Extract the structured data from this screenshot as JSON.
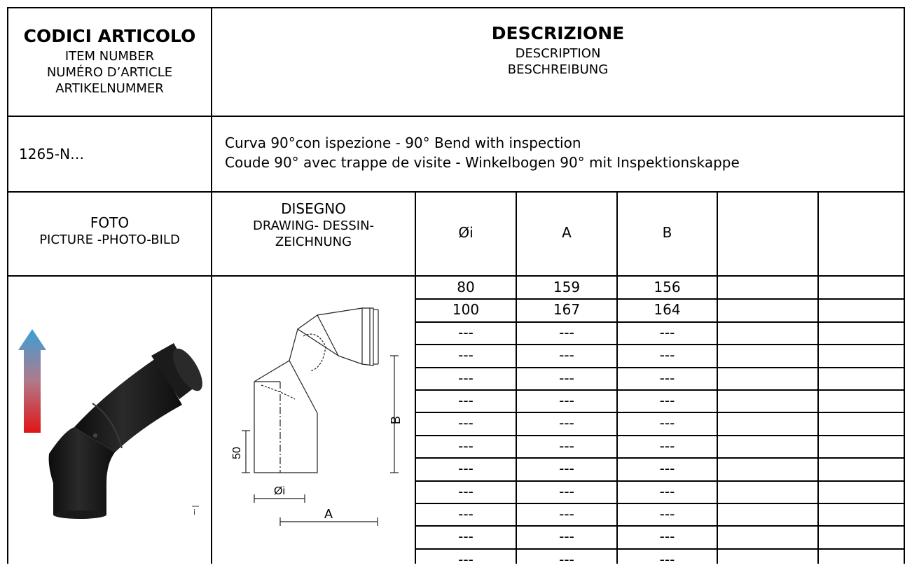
{
  "header": {
    "codici_title": "CODICI ARTICOLO",
    "codici_lines": [
      "ITEM NUMBER",
      "NUMÉRO D’ARTICLE",
      "ARTIKELNUMMER"
    ],
    "descr_title": "DESCRIZIONE",
    "descr_lines": [
      "DESCRIPTION",
      "BESCHREIBUNG"
    ]
  },
  "item": {
    "code": "1265-N…",
    "desc_line1": "Curva 90°con ispezione -  90° Bend with inspection",
    "desc_line2": "Coude 90° avec trappe de visite  -  Winkelbogen 90° mit Inspektionskappe"
  },
  "labels": {
    "foto_title": "FOTO",
    "foto_sub": "PICTURE -PHOTO-BILD",
    "disegno_title": "DISEGNO",
    "disegno_sub1": "DRAWING- DESSIN-",
    "disegno_sub2": "ZEICHNUNG"
  },
  "table": {
    "columns": [
      "Øi",
      "A",
      "B",
      "",
      ""
    ],
    "rows": [
      [
        "80",
        "159",
        "156"
      ],
      [
        "100",
        "167",
        "164"
      ],
      [
        "---",
        "---",
        "---"
      ],
      [
        "---",
        "---",
        "---"
      ],
      [
        "---",
        "---",
        "---"
      ],
      [
        "---",
        "---",
        "---"
      ],
      [
        "---",
        "---",
        "---"
      ],
      [
        "---",
        "---",
        "---"
      ],
      [
        "---",
        "---",
        "---"
      ],
      [
        "---",
        "---",
        "---"
      ],
      [
        "---",
        "---",
        "---"
      ],
      [
        "---",
        "---",
        "---"
      ],
      [
        "---",
        "---",
        "---"
      ]
    ]
  },
  "drawing": {
    "dim_50": "50",
    "dim_b": "B",
    "dim_oi": "Øi",
    "dim_a": "A"
  },
  "colors": {
    "arrow_top": "#3a9fd8",
    "arrow_bottom": "#e01515",
    "pipe": "#161616"
  }
}
